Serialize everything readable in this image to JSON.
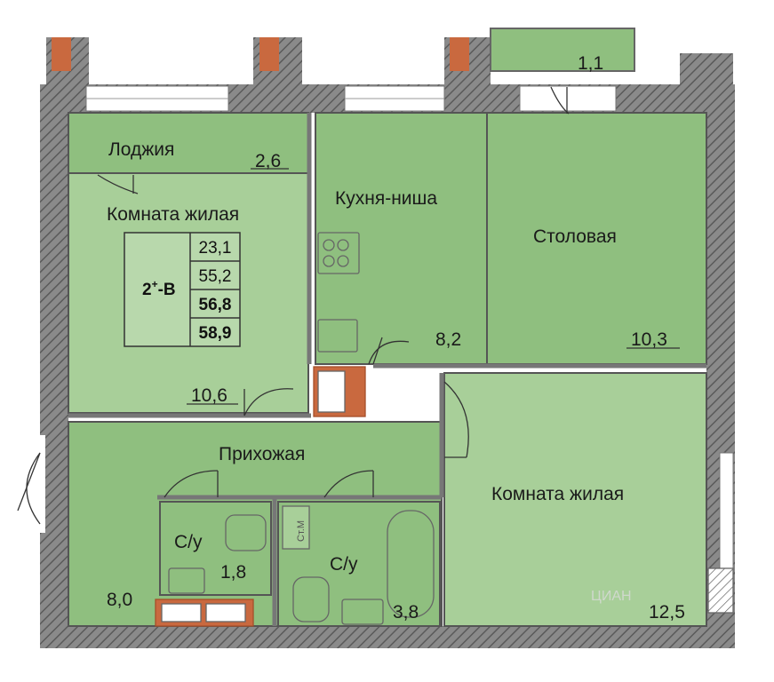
{
  "colors": {
    "room_fill": "#8fbf7f",
    "room_fill_light": "#a8cf99",
    "wall_fill": "#7a7a7a",
    "wall_hatch": "#5c5c5c",
    "brick": "#c9693f",
    "window": "#ffffff"
  },
  "rooms": {
    "loggia": {
      "name": "Лоджия",
      "area": "2,6"
    },
    "living1": {
      "name": "Комната жилая",
      "area": "10,6"
    },
    "kitchen": {
      "name": "Кухня-ниша",
      "area": "8,2"
    },
    "dining": {
      "name": "Столовая",
      "area": "10,3"
    },
    "hall": {
      "name": "Прихожая",
      "area": "8,0"
    },
    "bath_small": {
      "name": "С/у",
      "area": "1,8"
    },
    "bath_large": {
      "name": "С/у",
      "area": "3,8"
    },
    "living2": {
      "name": "Комната жилая",
      "area": "12,5"
    },
    "balcony": {
      "area": "1,1"
    }
  },
  "infobox": {
    "type": "2",
    "sup": "+",
    "suffix": "-В",
    "values": [
      "23,1",
      "55,2",
      "56,8",
      "58,9"
    ]
  },
  "riser": {
    "label": "Ст.М"
  },
  "watermark": {
    "text": "ЦИАН"
  }
}
